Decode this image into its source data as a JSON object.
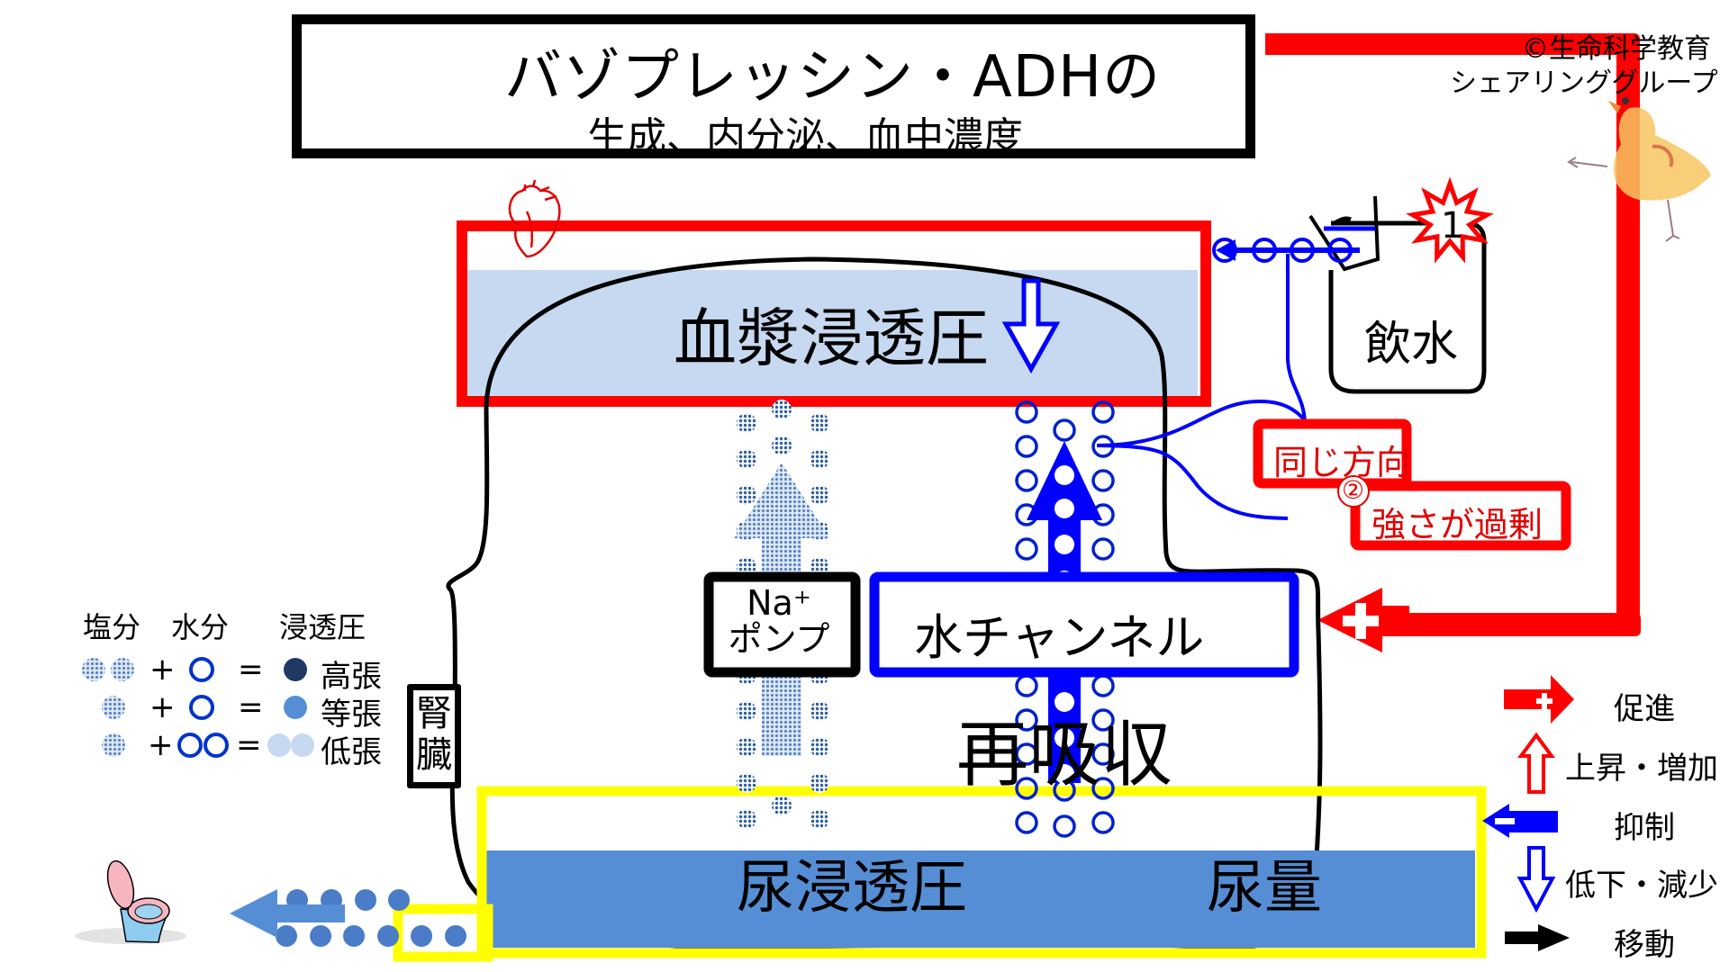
{
  "title": {
    "main": "バゾプレッシン・ADHの",
    "sub": "生成、内分泌、血中濃度"
  },
  "credit": {
    "line1": "©生命科学教育",
    "line2": "シェアリンググループ"
  },
  "plasma": {
    "label": "血漿浸透圧",
    "change_icon": "down-arrow-decrease"
  },
  "drinking": {
    "label": "飲水",
    "burst_number": "1"
  },
  "annotation": {
    "marker": "②",
    "same_direction": "同じ方向",
    "excess": "強さが過剰"
  },
  "kidney": {
    "label_top": "腎",
    "label_bottom": "臓",
    "na_pump_line1": "Na⁺",
    "na_pump_line2": "ポンプ",
    "water_channel": "水チャンネル",
    "reabsorption": "再吸収"
  },
  "urine": {
    "osmolality": "尿浸透圧",
    "volume": "尿量"
  },
  "legend_left": {
    "headers": [
      "塩分",
      "水分",
      "浸透圧"
    ],
    "rows": [
      {
        "salt": 2,
        "water": 1,
        "result": "高張",
        "result_color": "#1f3864"
      },
      {
        "salt": 1,
        "water": 1,
        "result": "等張",
        "result_color": "#558ed5"
      },
      {
        "salt": 1,
        "water": 2,
        "result": "低張",
        "result_color": "#c6d9f1"
      }
    ],
    "plus": "+",
    "equals": "="
  },
  "legend_right": [
    {
      "icon": "promote-arrow-icon",
      "label": "促進"
    },
    {
      "icon": "increase-arrow-icon",
      "label": "上昇・増加"
    },
    {
      "icon": "inhibit-arrow-icon",
      "label": "抑制"
    },
    {
      "icon": "decrease-arrow-icon",
      "label": "低下・減少"
    },
    {
      "icon": "move-arrow-icon",
      "label": "移動"
    }
  ],
  "colors": {
    "red": "#ff0000",
    "blue": "#0000ff",
    "plasma_fill": "#c6d9f1",
    "urine_fill": "#558ed5",
    "yellow": "#ffff00",
    "salt_dots": "#4a78b8",
    "dark_navy": "#1f3864"
  }
}
